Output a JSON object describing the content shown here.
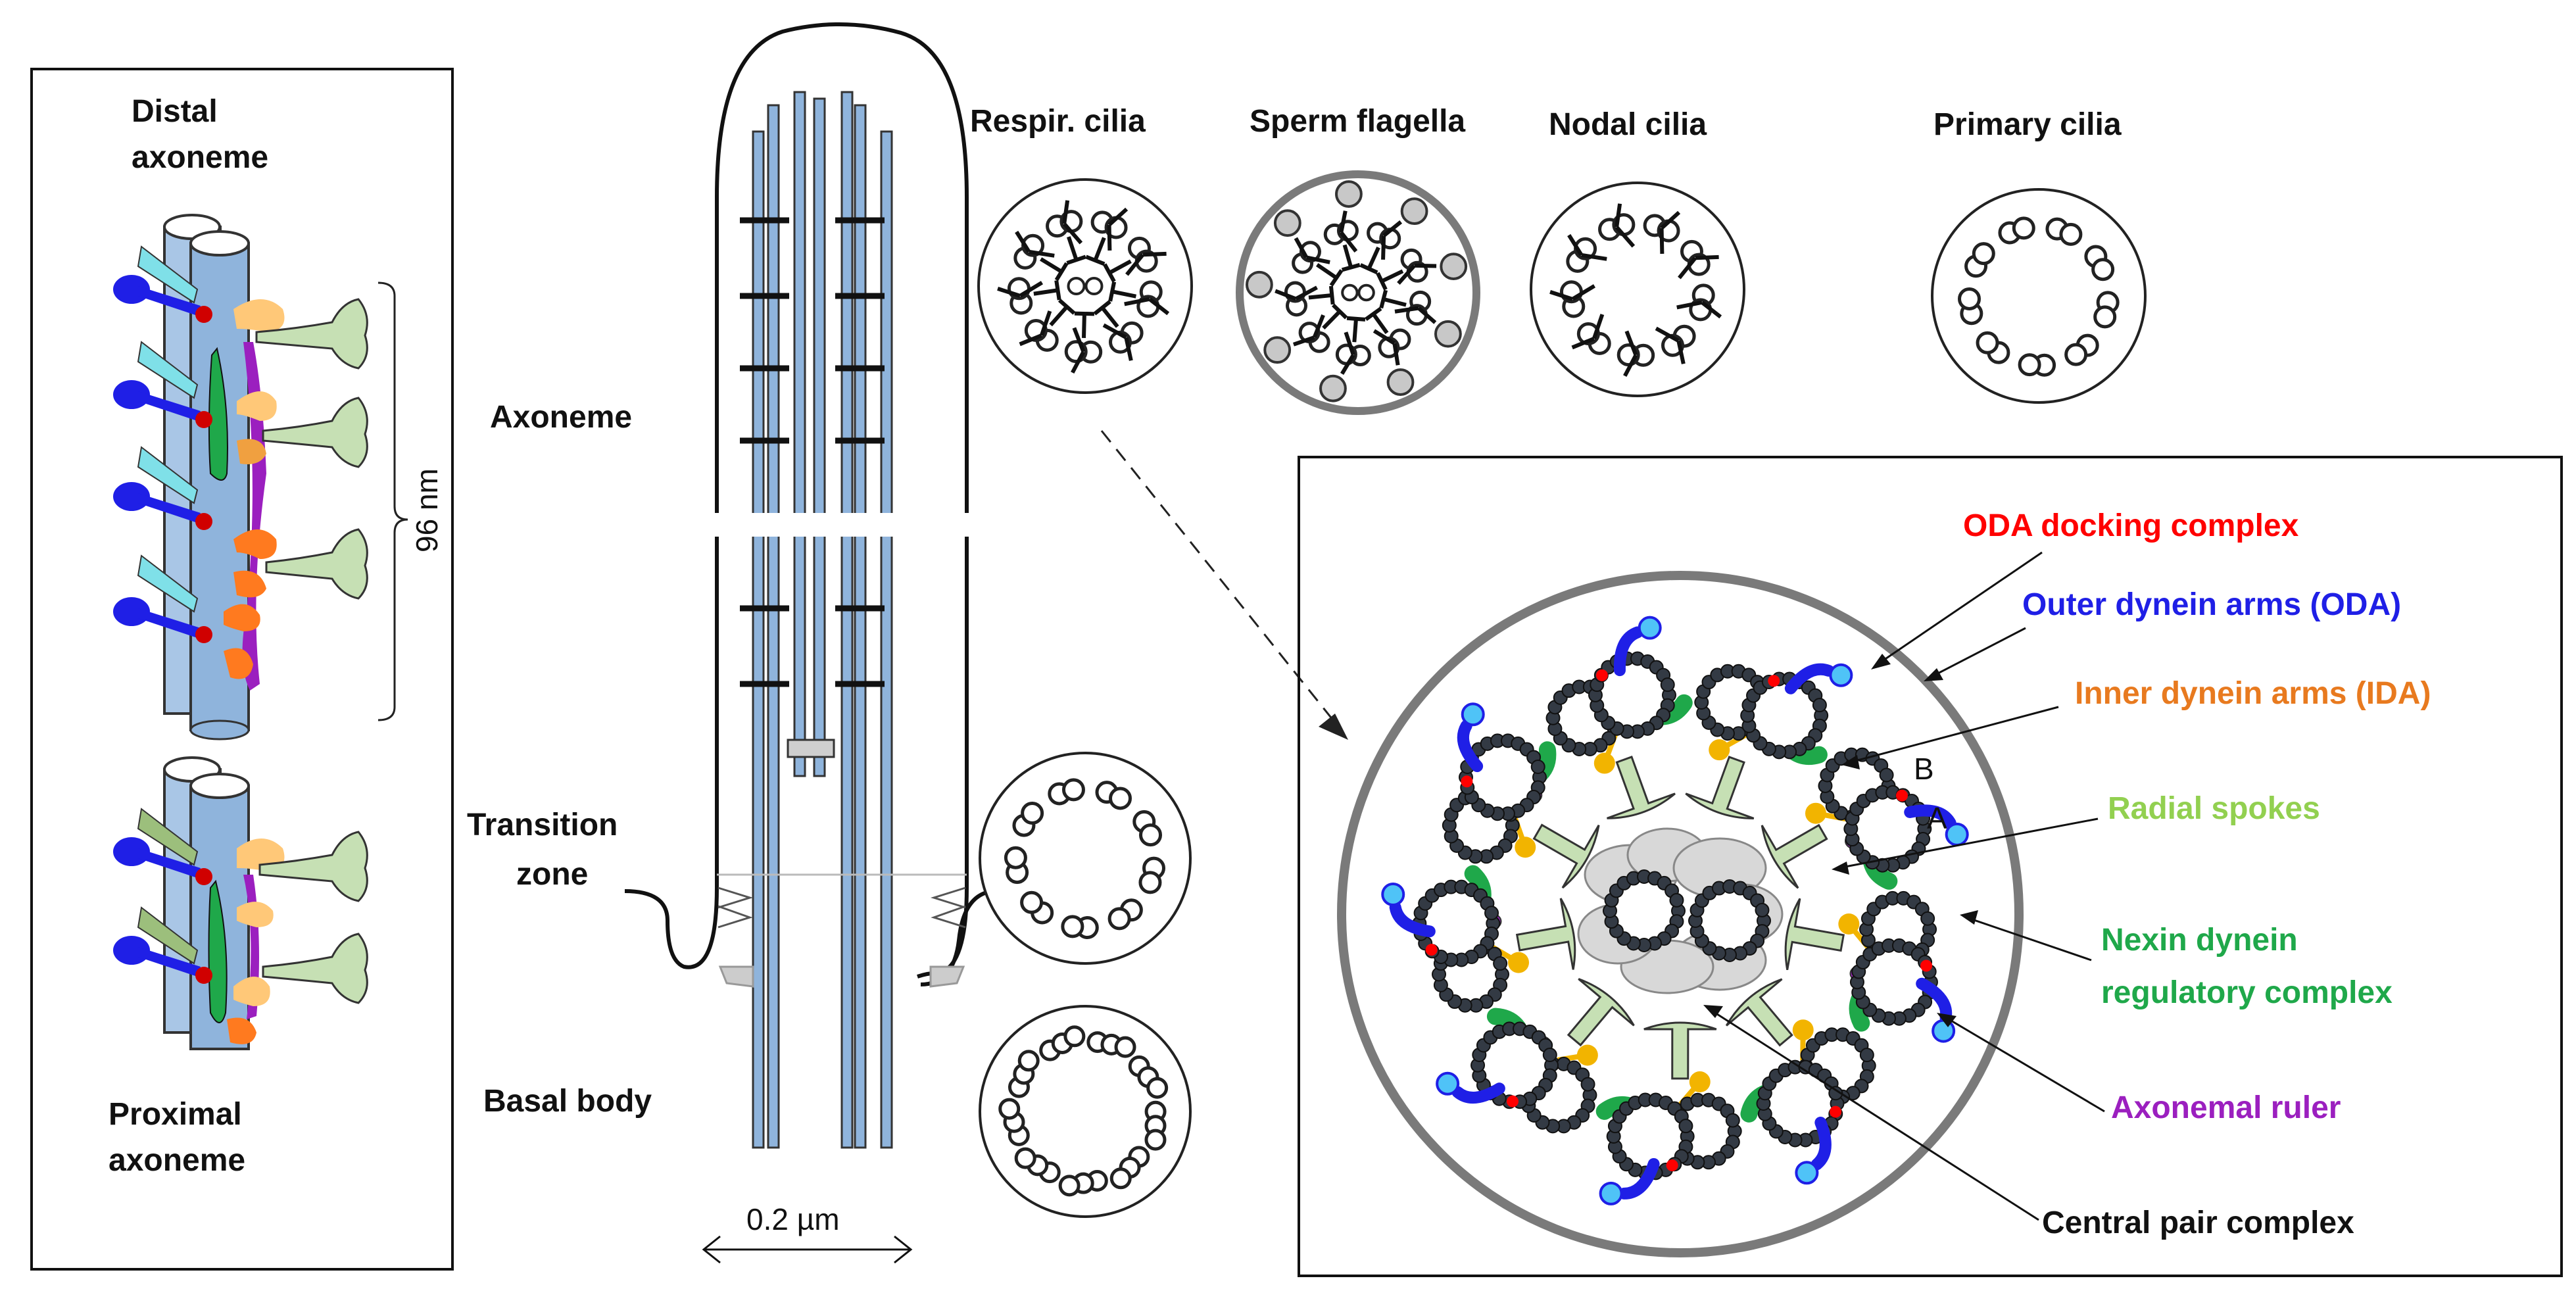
{
  "left_panel": {
    "distal_line1": "Distal",
    "distal_line2": "axoneme",
    "proximal_line1": "Proximal",
    "proximal_line2": "axoneme",
    "repeat_length": "96 nm"
  },
  "middle_panel": {
    "axoneme": "Axoneme",
    "transition_line1": "Transition",
    "transition_line2": "zone",
    "basal_body": "Basal body",
    "width_scale": "0.2 µm"
  },
  "cross_sections": {
    "respir": "Respir. cilia",
    "sperm": "Sperm flagella",
    "nodal": "Nodal cilia",
    "primary": "Primary cilia"
  },
  "detail_panel": {
    "oda_docking": "ODA docking complex",
    "oda": "Outer dynein arms (ODA)",
    "ida": "Inner dynein arms (IDA)",
    "radial_spokes": "Radial spokes",
    "ndrc_line1": "Nexin dynein",
    "ndrc_line2": "regulatory complex",
    "ruler": "Axonemal ruler",
    "central_pair": "Central pair complex",
    "tubule_b": "B",
    "tubule_a": "A"
  },
  "colors": {
    "oda_docking": "#ff0000",
    "oda": "#1f1fe6",
    "ida": "#e87a1f",
    "radial_spokes": "#92d050",
    "ndrc": "#1fa84a",
    "ruler": "#9b1fbf",
    "microtubule_blue": "#8fb4dc"
  }
}
